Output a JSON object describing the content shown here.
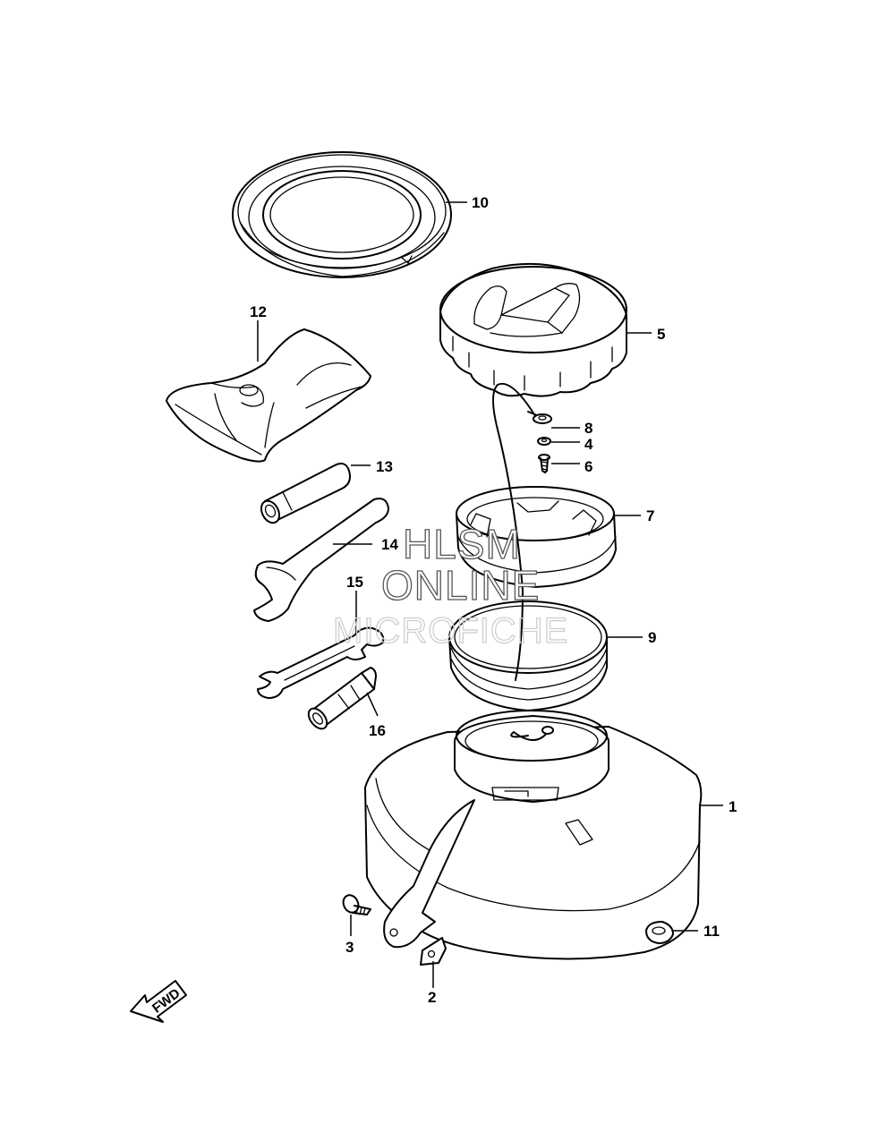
{
  "callouts": [
    {
      "id": "10",
      "part": "gasket-ring"
    },
    {
      "id": "12",
      "part": "tool-bag"
    },
    {
      "id": "5",
      "part": "fuel-cap"
    },
    {
      "id": "8",
      "part": "cap-tether-eyelet"
    },
    {
      "id": "4",
      "part": "washer"
    },
    {
      "id": "6",
      "part": "screw"
    },
    {
      "id": "13",
      "part": "spare-part-tube"
    },
    {
      "id": "7",
      "part": "cap-retaining-ring"
    },
    {
      "id": "14",
      "part": "cap-spanner"
    },
    {
      "id": "15",
      "part": "open-end-wrench"
    },
    {
      "id": "9",
      "part": "filler-neck-ring"
    },
    {
      "id": "16",
      "part": "spark-plug-socket"
    },
    {
      "id": "1",
      "part": "fuel-tank"
    },
    {
      "id": "11",
      "part": "grommet-nut"
    },
    {
      "id": "3",
      "part": "tank-screw"
    },
    {
      "id": "2",
      "part": "clip-nut"
    }
  ],
  "fwd_arrow": {
    "label": "FWD"
  },
  "watermark": {
    "line1": "HLSM",
    "line2": "ONLINE",
    "line3": "MICROFICHE"
  }
}
